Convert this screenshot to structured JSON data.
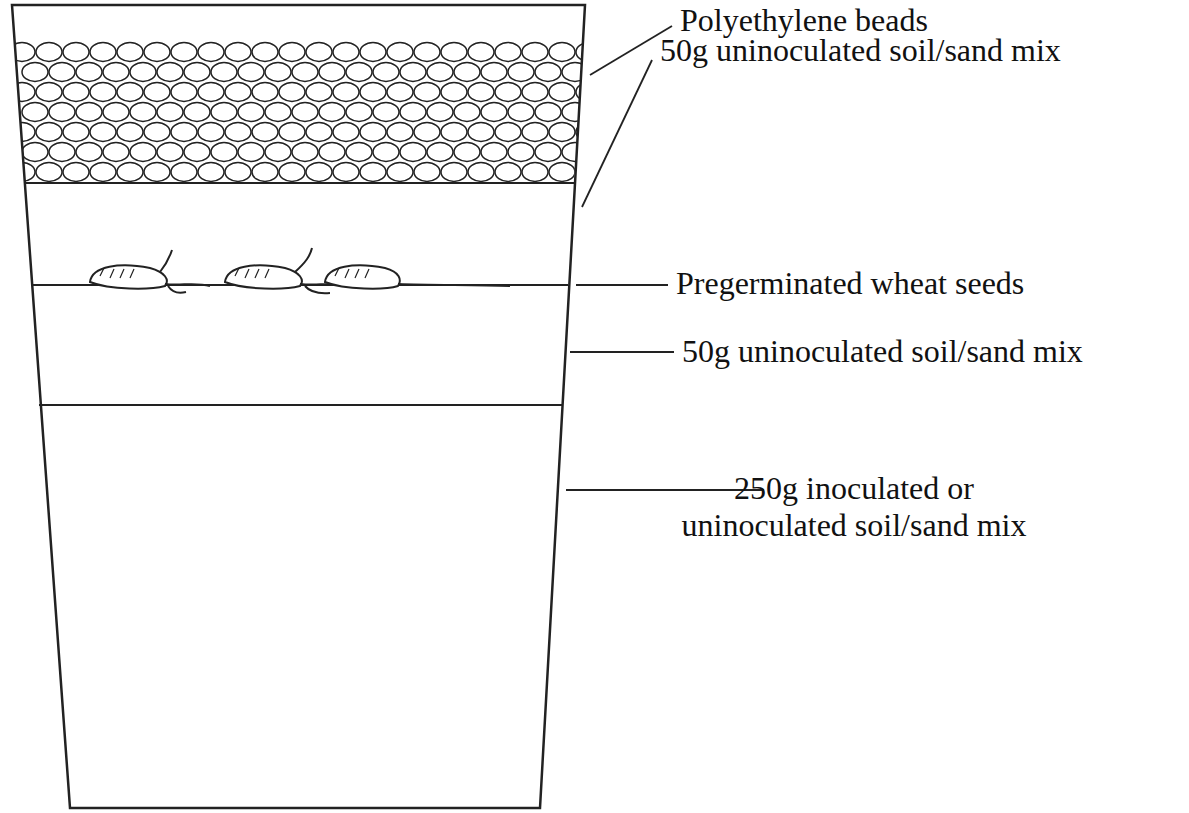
{
  "diagram": {
    "labels": [
      "Polyethylene beads",
      "50g uninoculated soil/sand mix",
      "Pregerminated wheat seeds",
      "50g uninoculated soil/sand mix",
      "250g inoculated or uninoculated soil/sand mix"
    ]
  }
}
